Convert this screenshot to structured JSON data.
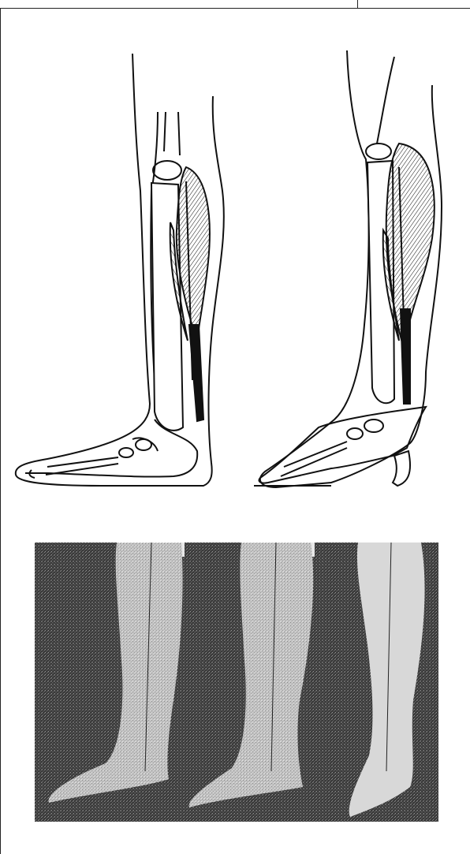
{
  "figure": {
    "upper_panel": "anatomical-line-drawing",
    "lower_panel": "photograph",
    "left_leg_icon": "barefoot-leg-illustration",
    "right_leg_icon": "high-heel-leg-illustration",
    "photo_icon": "three-legs-photograph"
  },
  "colors": {
    "ink": "#111111",
    "paper": "#ffffff",
    "photo_dark": "#3a3a3a",
    "photo_light": "#cfcfcf"
  }
}
